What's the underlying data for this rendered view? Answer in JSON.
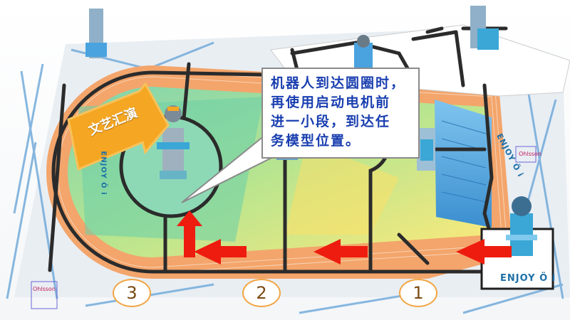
{
  "callout": {
    "lines": [
      "机器人到达圆圈时，",
      "再使用启动电机前",
      "进一小段，到达任",
      "务模型位置。"
    ]
  },
  "banner": {
    "label": "文艺汇演"
  },
  "steps": [
    {
      "label": "1"
    },
    {
      "label": "2"
    },
    {
      "label": "3"
    }
  ],
  "branding": {
    "logo_right": "ENJOY Ö i",
    "logo_field_side": "ENJOY Ö i",
    "logo_field_left": "ENJOY Ö i"
  },
  "tags": {
    "left": "Ohlsson",
    "right": "Ohlsson"
  },
  "colors": {
    "track": "#f3a56b",
    "field_green": "#8fdcae",
    "line": "#2b2b2b",
    "arrow": "#ee1c0f",
    "banner": "#f5a623",
    "callout_border": "#8a8a8a",
    "callout_text": "#1a3fb0",
    "building": "#4aa3df"
  }
}
